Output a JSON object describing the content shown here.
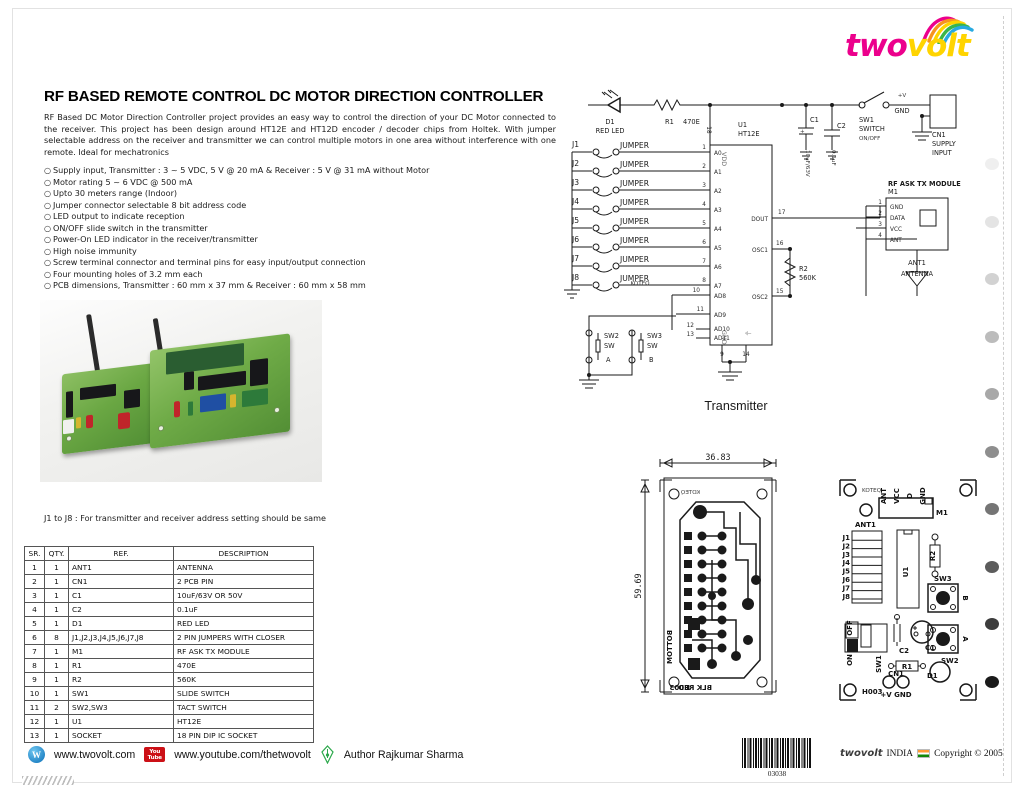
{
  "logo": {
    "part1": "two",
    "part2": "volt",
    "color1": "#ec008c",
    "color2": "#ffd400"
  },
  "header": {
    "title": "RF BASED REMOTE CONTROL  DC MOTOR DIRECTION CONTROLLER",
    "intro": "RF Based DC Motor Direction Controller project provides an easy way to control the direction of your DC Motor connected to the receiver.  This project has been design around  HT12E and HT12D encoder / decoder chips from Holtek.  With jumper selectable address on the receiver and transmitter we can control multiple   motors in one area without interference with one remote.   Ideal for mechatronics"
  },
  "features": [
    "Supply input, Transmitter : 3 ~ 5 VDC, 5 V @ 20 mA & Receiver : 5 V @ 31 mA without Motor",
    "Motor rating 5 ~ 6 VDC @ 500 mA",
    "Upto 30 meters range (Indoor)",
    "Jumper connector selectable 8 bit address code",
    "LED output to indicate reception",
    "ON/OFF slide switch in the transmitter",
    "Power-On LED indicator in the receiver/transmitter",
    "High noise immunity",
    "Screw terminal connector and terminal pins for easy input/output connection",
    "Four mounting holes of 3.2 mm each",
    "PCB dimensions, Transmitter : 60 mm x 37 mm & Receiver : 60 mm x 58 mm"
  ],
  "jumper_note": "J1 to J8 : For transmitter and receiver address setting should be same",
  "bom": {
    "headers": [
      "SR.",
      "QTY.",
      "REF.",
      "DESCRIPTION"
    ],
    "rows": [
      [
        "1",
        "1",
        "ANT1",
        "ANTENNA"
      ],
      [
        "2",
        "1",
        "CN1",
        "2 PCB PIN"
      ],
      [
        "3",
        "1",
        "C1",
        "10uF/63V OR 50V"
      ],
      [
        "4",
        "1",
        "C2",
        "0.1uF"
      ],
      [
        "5",
        "1",
        "D1",
        "RED LED"
      ],
      [
        "6",
        "8",
        "J1,J2,J3,J4,J5,J6,J7,J8",
        "2 PIN JUMPERS WITH CLOSER"
      ],
      [
        "7",
        "1",
        "M1",
        "RF ASK TX MODULE"
      ],
      [
        "8",
        "1",
        "R1",
        "470E"
      ],
      [
        "9",
        "1",
        "R2",
        "560K"
      ],
      [
        "10",
        "1",
        "SW1",
        "SLIDE SWITCH"
      ],
      [
        "11",
        "2",
        "SW2,SW3",
        "TACT SWITCH"
      ],
      [
        "12",
        "1",
        "U1",
        "HT12E"
      ],
      [
        "13",
        "1",
        "SOCKET",
        "18 PIN DIP IC SOCKET"
      ]
    ]
  },
  "schematic": {
    "caption": "Transmitter",
    "d1": {
      "ref": "D1",
      "desc": "RED LED"
    },
    "r1": {
      "ref": "R1",
      "value": "470E"
    },
    "r2": {
      "ref": "R2",
      "value": "560K"
    },
    "c1": {
      "ref": "C1",
      "value": "10uF/63V",
      "polarity": "+"
    },
    "c2": {
      "ref": "C2",
      "value": "0.1uF"
    },
    "sw1": {
      "ref": "SW1",
      "line1": "SWITCH",
      "line2": "ON/OFF"
    },
    "cn1": {
      "ref": "CN1",
      "line1": "SUPPLY",
      "line2": "INPUT",
      "plus": "+V",
      "gnd": "GND"
    },
    "u1": {
      "ref": "U1",
      "part": "HT12E",
      "vdd_label": "VDD",
      "vdd_pin": "18",
      "gnd_label": "GND",
      "gnd_pin": "9",
      "gnd_pin2": "14"
    },
    "u1_left_pins": [
      {
        "pin": "1",
        "name": "A0"
      },
      {
        "pin": "2",
        "name": "A1"
      },
      {
        "pin": "3",
        "name": "A2"
      },
      {
        "pin": "4",
        "name": "A3"
      },
      {
        "pin": "5",
        "name": "A4"
      },
      {
        "pin": "6",
        "name": "A5"
      },
      {
        "pin": "7",
        "name": "A6"
      },
      {
        "pin": "8",
        "name": "A7"
      },
      {
        "pin": "10",
        "name": "AD8"
      },
      {
        "pin": "11",
        "name": "AD9"
      },
      {
        "pin": "12",
        "name": "AD10"
      },
      {
        "pin": "13",
        "name": "AD11"
      }
    ],
    "u1_right_pins": [
      {
        "pin": "17",
        "name": "DOUT"
      },
      {
        "pin": "16",
        "name": "OSC1"
      },
      {
        "pin": "15",
        "name": "OSC2"
      }
    ],
    "jumpers": [
      "J1",
      "J2",
      "J3",
      "J4",
      "J5",
      "J6",
      "J7",
      "J8"
    ],
    "jumper_label": "JUMPER",
    "jumper_brand": "KOTEQ",
    "sw2": {
      "ref": "SW2",
      "type": "SW",
      "tag": "A"
    },
    "sw3": {
      "ref": "SW3",
      "type": "SW",
      "tag": "B"
    },
    "m1": {
      "ref": "M1",
      "title": "RF ASK TX MODULE",
      "pins": [
        {
          "pin": "1",
          "name": "GND"
        },
        {
          "pin": "2",
          "name": "DATA"
        },
        {
          "pin": "3",
          "name": "VCC"
        },
        {
          "pin": "4",
          "name": "ANT"
        }
      ]
    },
    "ant1": {
      "ref": "ANT1",
      "desc": "ANTENNA"
    }
  },
  "pcb_layout": {
    "width_dim": "36.83",
    "height_dim": "59.69",
    "bottom_label": "BOTTOM",
    "board_id": "H003",
    "polarity_label": "BLK RED",
    "brand": "KOTEQ"
  },
  "pcb_silk": {
    "board_id": "H003",
    "brand": "KOTEQ",
    "ant1": "ANT1",
    "m1": "M1",
    "m1_pins": [
      "ANT",
      "VCC",
      "D",
      "GND"
    ],
    "jumpers": [
      "J1",
      "J2",
      "J3",
      "J4",
      "J5",
      "J6",
      "J7",
      "J8"
    ],
    "u1": "U1",
    "r1": "R1",
    "r2": "R2",
    "c1": "C1",
    "c2": "C2",
    "d1": "D1",
    "sw1": "SW1",
    "sw2": "SW2",
    "sw3": "SW3",
    "sw3_tag": "B",
    "sw2_tag": "A",
    "slide_off": "OFF",
    "slide_on": "ON",
    "cn1": "CN1",
    "cn1_pins": "+V GND"
  },
  "footer": {
    "website": "www.twovolt.com",
    "youtube": "www.youtube.com/thetwovolt",
    "author": "Author Rajkumar Sharma",
    "yt_line1": "You",
    "yt_line2": "Tube",
    "w_glyph": "W",
    "barcode_number": "03038",
    "brand": "twovolt",
    "country": "INDIA",
    "copyright": "Copyright © 2005"
  },
  "edge_dots": [
    "#efefef",
    "#e4e4e4",
    "#d2d2d2",
    "#bcbcbc",
    "#a8a8a8",
    "#8e8e8e",
    "#757575",
    "#5c5c5c",
    "#3c3c3c",
    "#1a1a1a"
  ]
}
